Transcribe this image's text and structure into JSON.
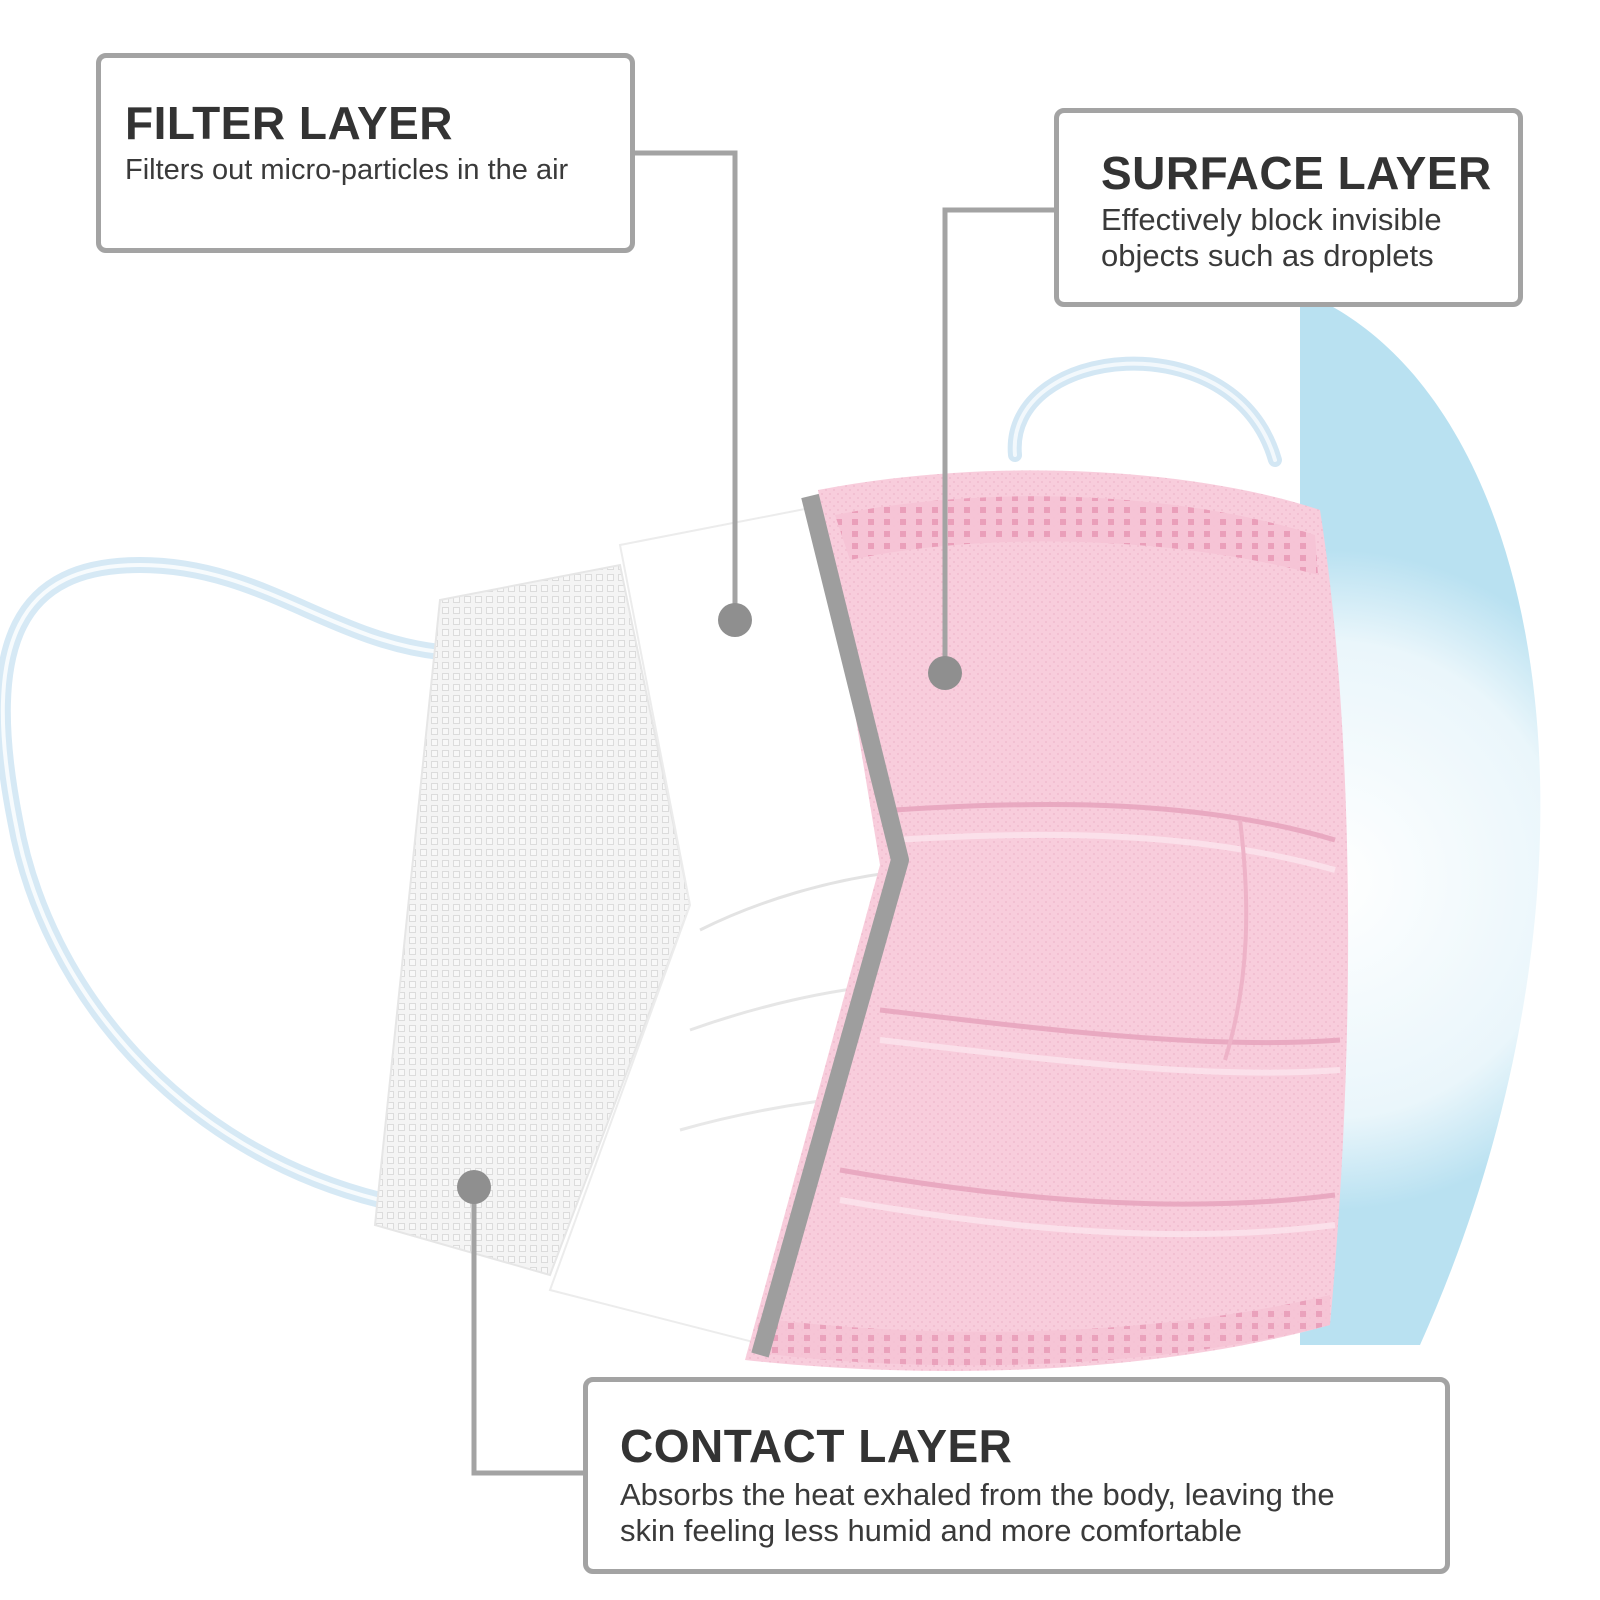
{
  "callouts": {
    "filter": {
      "title": "FILTER LAYER",
      "description": "Filters out micro-particles in the air"
    },
    "surface": {
      "title": "SURFACE LAYER",
      "description": "Effectively block invisible\nobjects such as droplets"
    },
    "contact": {
      "title": "CONTACT LAYER",
      "description": "Absorbs the heat exhaled from the body, leaving the\nskin feeling less humid and more comfortable"
    }
  },
  "colors": {
    "leader_line": "#a3a3a3",
    "mask_surface": "#f7c9d9",
    "mask_filter": "#ffffff",
    "mask_contact": "#eeeeee",
    "ear_loop": "#d6e9f5",
    "glow": "#bfe3f2"
  }
}
